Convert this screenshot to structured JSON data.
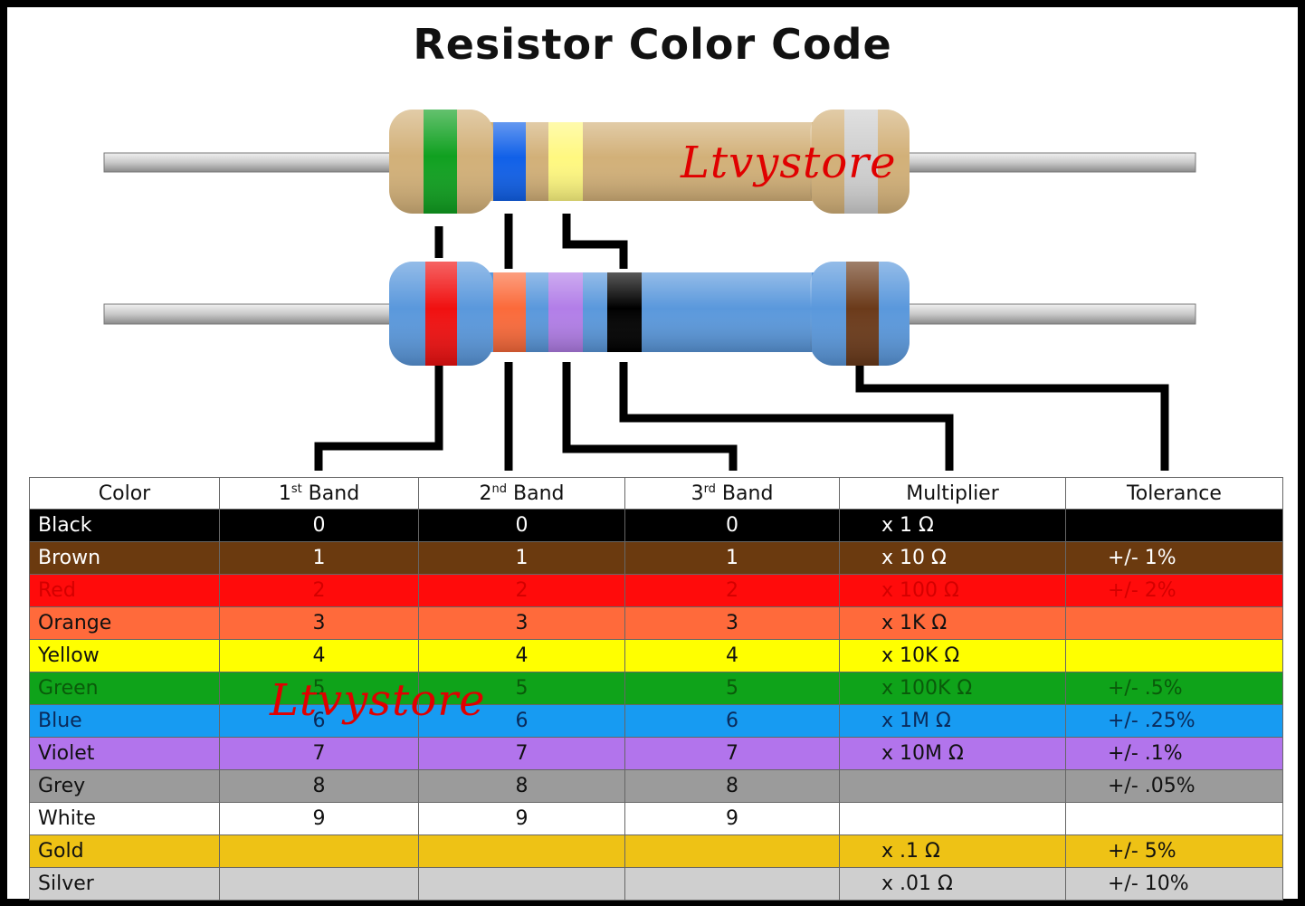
{
  "title": "Resistor Color Code",
  "watermark": "Ltvystore",
  "resistor_top": {
    "body_color": "#d2b078",
    "bands": [
      {
        "name": "Green",
        "color": "#10a020"
      },
      {
        "name": "Blue",
        "color": "#1060e8"
      },
      {
        "name": "Yellow",
        "color": "#fff880"
      },
      {
        "name": "Silver",
        "color": "#cfcfcf"
      }
    ]
  },
  "resistor_bottom": {
    "body_color": "#5a98dc",
    "bands": [
      {
        "name": "Red",
        "color": "#f01010"
      },
      {
        "name": "Orange",
        "color": "#fb6a3a"
      },
      {
        "name": "Violet",
        "color": "#b27ee8"
      },
      {
        "name": "Black",
        "color": "#000000"
      },
      {
        "name": "Brown",
        "color": "#6b3a1a"
      }
    ]
  },
  "table": {
    "headers": {
      "color": "Color",
      "band1_num": "1",
      "band1_sup": "st",
      "band1_word": " Band",
      "band2_num": "2",
      "band2_sup": "nd",
      "band2_word": " Band",
      "band3_num": "3",
      "band3_sup": "rd",
      "band3_word": " Band",
      "multiplier": "Multiplier",
      "tolerance": "Tolerance"
    },
    "rows": [
      {
        "name": "Black",
        "bg": "#000000",
        "fg": "#ffffff",
        "b1": "0",
        "b2": "0",
        "b3": "0",
        "mult": "x 1 Ω",
        "tol": ""
      },
      {
        "name": "Brown",
        "bg": "#6b3a0f",
        "fg": "#ffffff",
        "b1": "1",
        "b2": "1",
        "b3": "1",
        "mult": "x 10 Ω",
        "tol": "+/-  1%"
      },
      {
        "name": "Red",
        "bg": "#ff0b0b",
        "fg": "#d40000",
        "b1": "2",
        "b2": "2",
        "b3": "2",
        "mult": "x 100 Ω",
        "tol": "+/-  2%"
      },
      {
        "name": "Orange",
        "bg": "#ff6a3b",
        "fg": "#111111",
        "b1": "3",
        "b2": "3",
        "b3": "3",
        "mult": "x 1K Ω",
        "tol": ""
      },
      {
        "name": "Yellow",
        "bg": "#ffff00",
        "fg": "#111111",
        "b1": "4",
        "b2": "4",
        "b3": "4",
        "mult": "x 10K Ω",
        "tol": ""
      },
      {
        "name": "Green",
        "bg": "#0fa31a",
        "fg": "#0a5a0a",
        "b1": "5",
        "b2": "5",
        "b3": "5",
        "mult": "x 100K Ω",
        "tol": "+/-  .5%"
      },
      {
        "name": "Blue",
        "bg": "#179bf2",
        "fg": "#0a2a5a",
        "b1": "6",
        "b2": "6",
        "b3": "6",
        "mult": "x 1M Ω",
        "tol": "+/-  .25%"
      },
      {
        "name": "Violet",
        "bg": "#b274ec",
        "fg": "#111111",
        "b1": "7",
        "b2": "7",
        "b3": "7",
        "mult": "x 10M Ω",
        "tol": "+/-  .1%"
      },
      {
        "name": "Grey",
        "bg": "#9b9b9b",
        "fg": "#111111",
        "b1": "8",
        "b2": "8",
        "b3": "8",
        "mult": "",
        "tol": "+/-  .05%"
      },
      {
        "name": "White",
        "bg": "#ffffff",
        "fg": "#111111",
        "b1": "9",
        "b2": "9",
        "b3": "9",
        "mult": "",
        "tol": ""
      },
      {
        "name": "Gold",
        "bg": "#eec215",
        "fg": "#111111",
        "b1": "",
        "b2": "",
        "b3": "",
        "mult": "x .1 Ω",
        "tol": "+/-  5%"
      },
      {
        "name": "Silver",
        "bg": "#cfcfcf",
        "fg": "#111111",
        "b1": "",
        "b2": "",
        "b3": "",
        "mult": "x .01 Ω",
        "tol": "+/-  10%"
      }
    ]
  }
}
